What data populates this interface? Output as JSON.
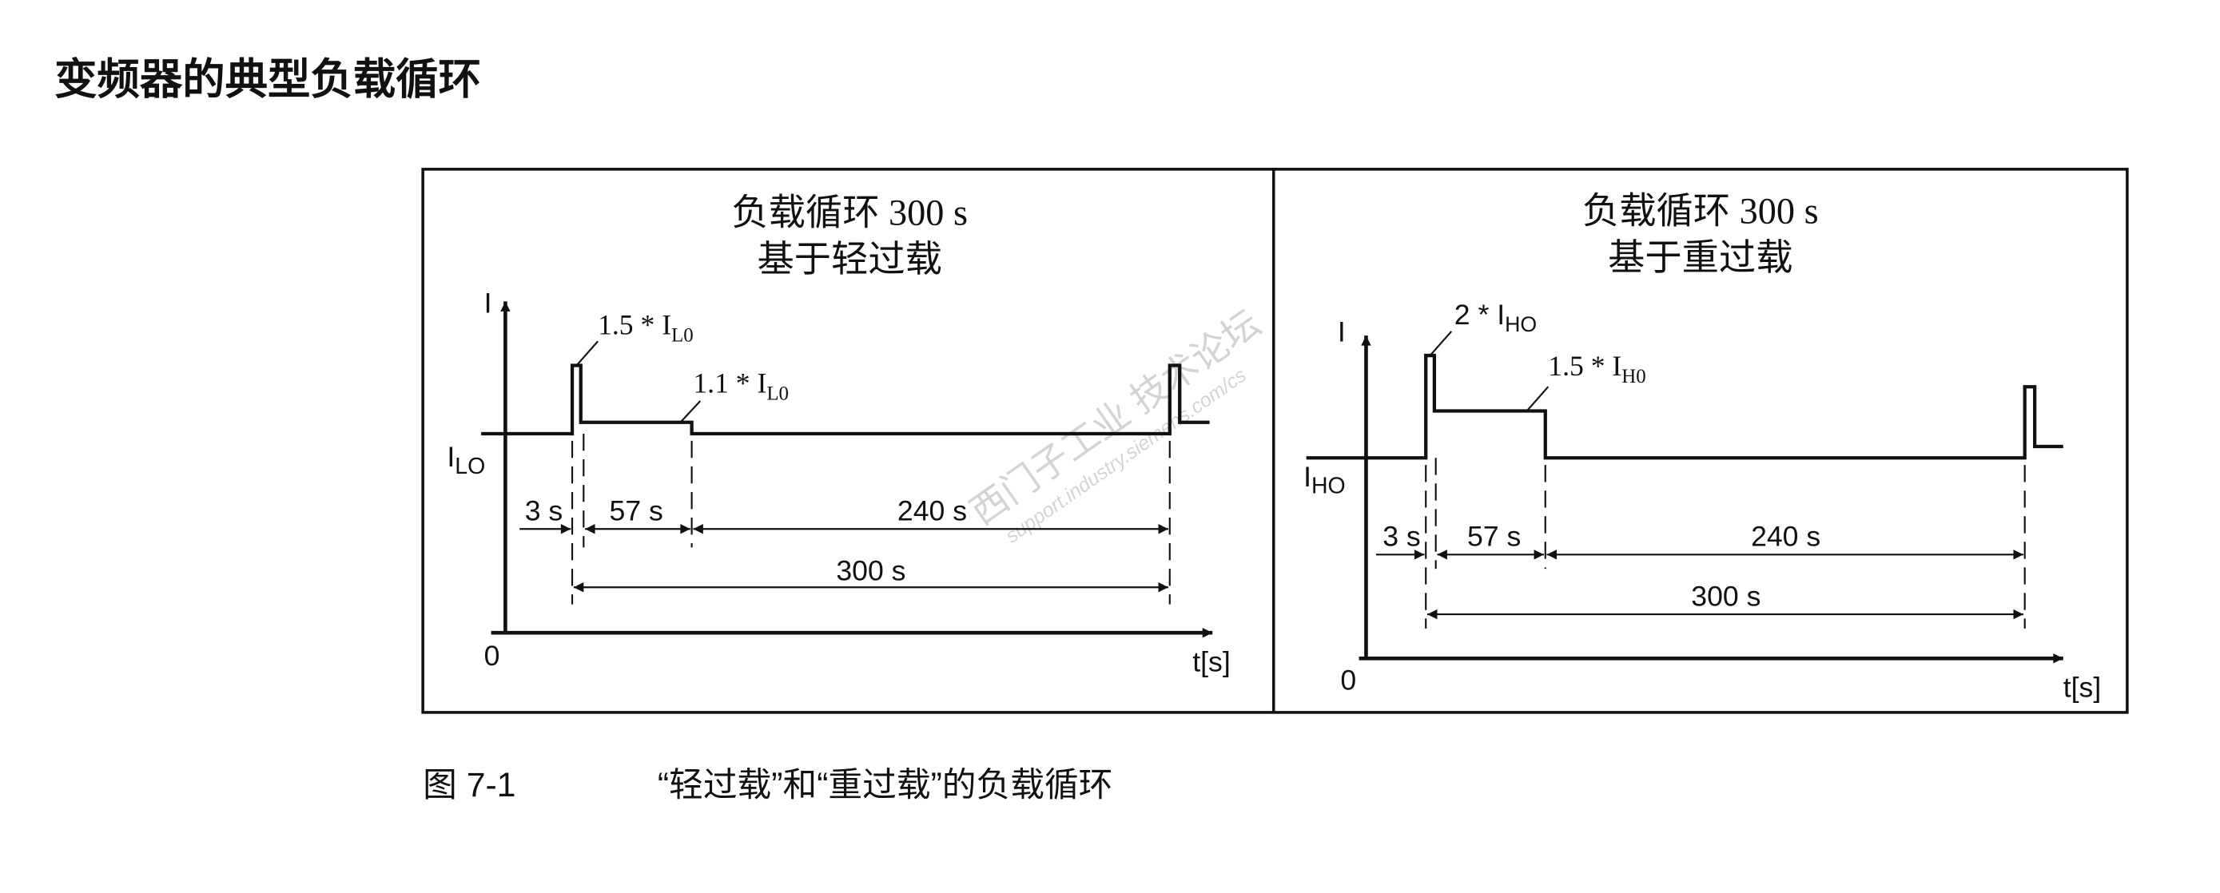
{
  "page_title": "变频器的典型负载循环",
  "caption": {
    "number": "图 7-1",
    "text": "“轻过载”和“重过载”的负载循环"
  },
  "watermark": "西门子工业 技术论坛 support.industry.siemens.com/cs",
  "panels": [
    {
      "title_line1": "负载循环 300 s",
      "title_line2": "基于轻过载",
      "y_axis_label": "I",
      "base_label": "I",
      "base_label_sub": "LO",
      "origin_label": "0",
      "x_axis_label": "t[s]",
      "peak_label": "1.5 * I",
      "peak_label_sub": "L0",
      "plateau_label": "1.1 * I",
      "plateau_label_sub": "L0",
      "durations": [
        "3 s",
        "57 s",
        "240 s"
      ],
      "total": "300 s"
    },
    {
      "title_line1": "负载循环 300 s",
      "title_line2": "基于重过载",
      "y_axis_label": "I",
      "base_label": "I",
      "base_label_sub": "HO",
      "origin_label": "0",
      "x_axis_label": "t[s]",
      "peak_label": "2 * I",
      "peak_label_sub": "HO",
      "plateau_label": "1.5 * I",
      "plateau_label_sub": "H0",
      "durations": [
        "3 s",
        "57 s",
        "240 s"
      ],
      "total": "300 s"
    }
  ]
}
